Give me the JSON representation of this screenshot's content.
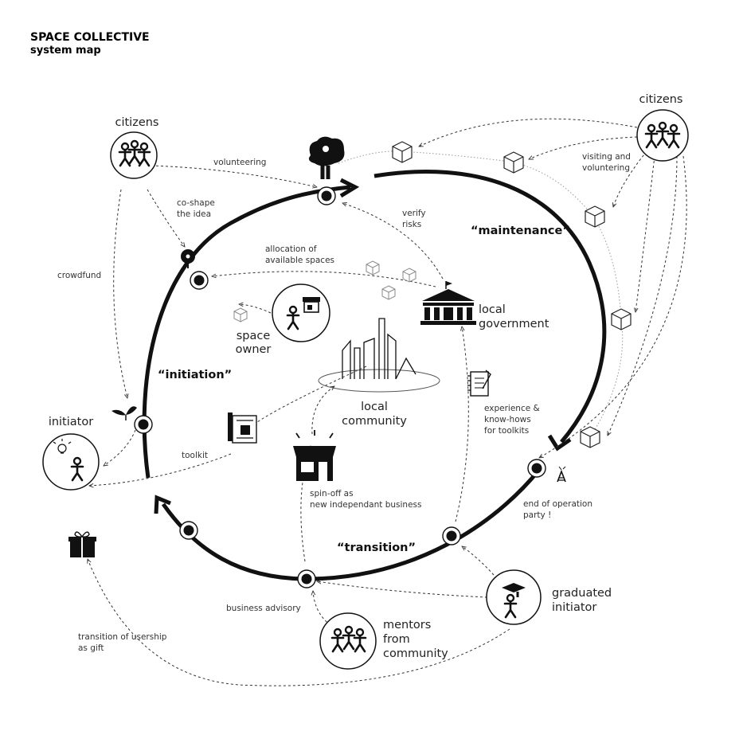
{
  "header": {
    "title": "SPACE COLLECTIVE",
    "subtitle": "system map"
  },
  "phases": {
    "initiation": "“initiation”",
    "maintenance": "“maintenance”",
    "transition": "“transition”"
  },
  "actors": {
    "citizens_left": "citizens",
    "citizens_right": "citizens",
    "initiator": "initiator",
    "space_owner_1": "space",
    "space_owner_2": "owner",
    "local_government_1": "local",
    "local_government_2": "government",
    "local_community_1": "local",
    "local_community_2": "community",
    "graduated_initiator_1": "graduated",
    "graduated_initiator_2": "initiator",
    "mentors_1": "mentors",
    "mentors_2": "from",
    "mentors_3": "community"
  },
  "flows": {
    "volunteering": "volunteering",
    "co_shape_1": "co-shape",
    "co_shape_2": "the idea",
    "crowdfund": "crowdfund",
    "allocation_1": "allocation of",
    "allocation_2": "available spaces",
    "verify_1": "verify",
    "verify_2": "risks",
    "visiting_1": "visiting and",
    "visiting_2": "voluntering",
    "toolkit": "toolkit",
    "experience_1": "experience &",
    "experience_2": "know-hows",
    "experience_3": "for toolkits",
    "spinoff_1": "spin-off as",
    "spinoff_2": "new independant business",
    "end_party_1": "end of operation",
    "end_party_2": "party !",
    "business_advisory": "business advisory",
    "gift_1": "transition of usership",
    "gift_2": "as gift"
  },
  "colors": {
    "ink": "#111111",
    "muted": "#999999",
    "background": "#ffffff"
  }
}
